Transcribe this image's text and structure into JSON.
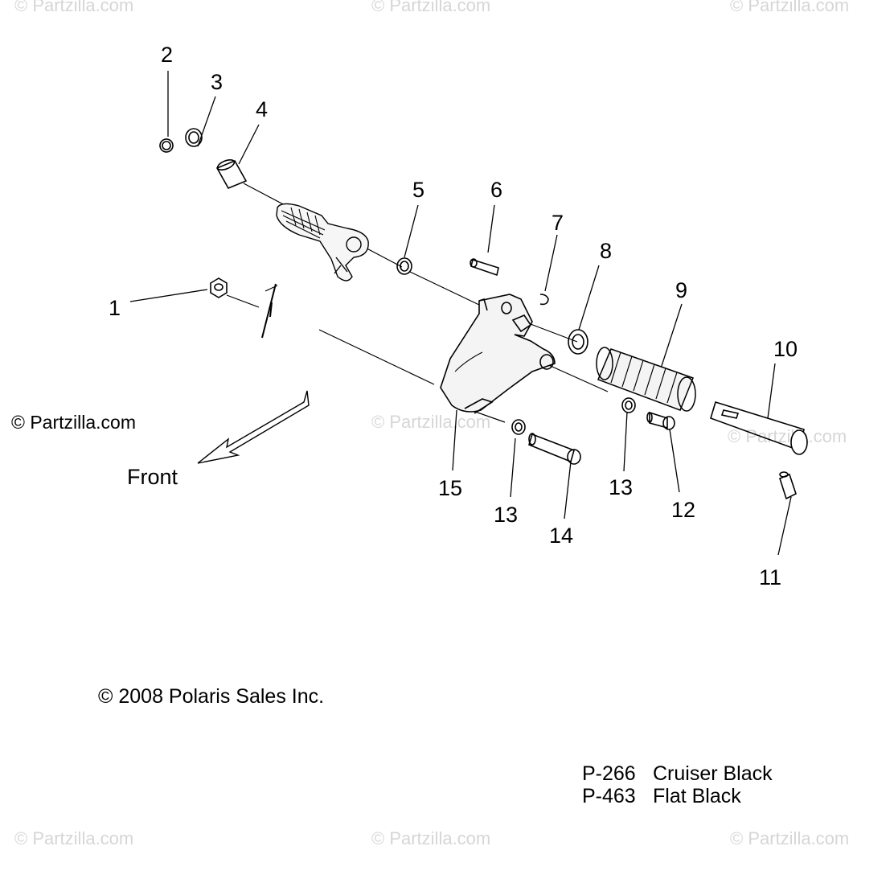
{
  "watermark_text": "© Partzilla.com",
  "front_label": "Front",
  "copyright": "© 2008 Polaris Sales Inc.",
  "callouts": [
    "1",
    "2",
    "3",
    "4",
    "5",
    "6",
    "7",
    "8",
    "9",
    "10",
    "11",
    "12",
    "13",
    "13",
    "14",
    "15"
  ],
  "paint_codes": [
    {
      "code": "P-266",
      "name": "Cruiser Black"
    },
    {
      "code": "P-463",
      "name": "Flat Black"
    }
  ]
}
